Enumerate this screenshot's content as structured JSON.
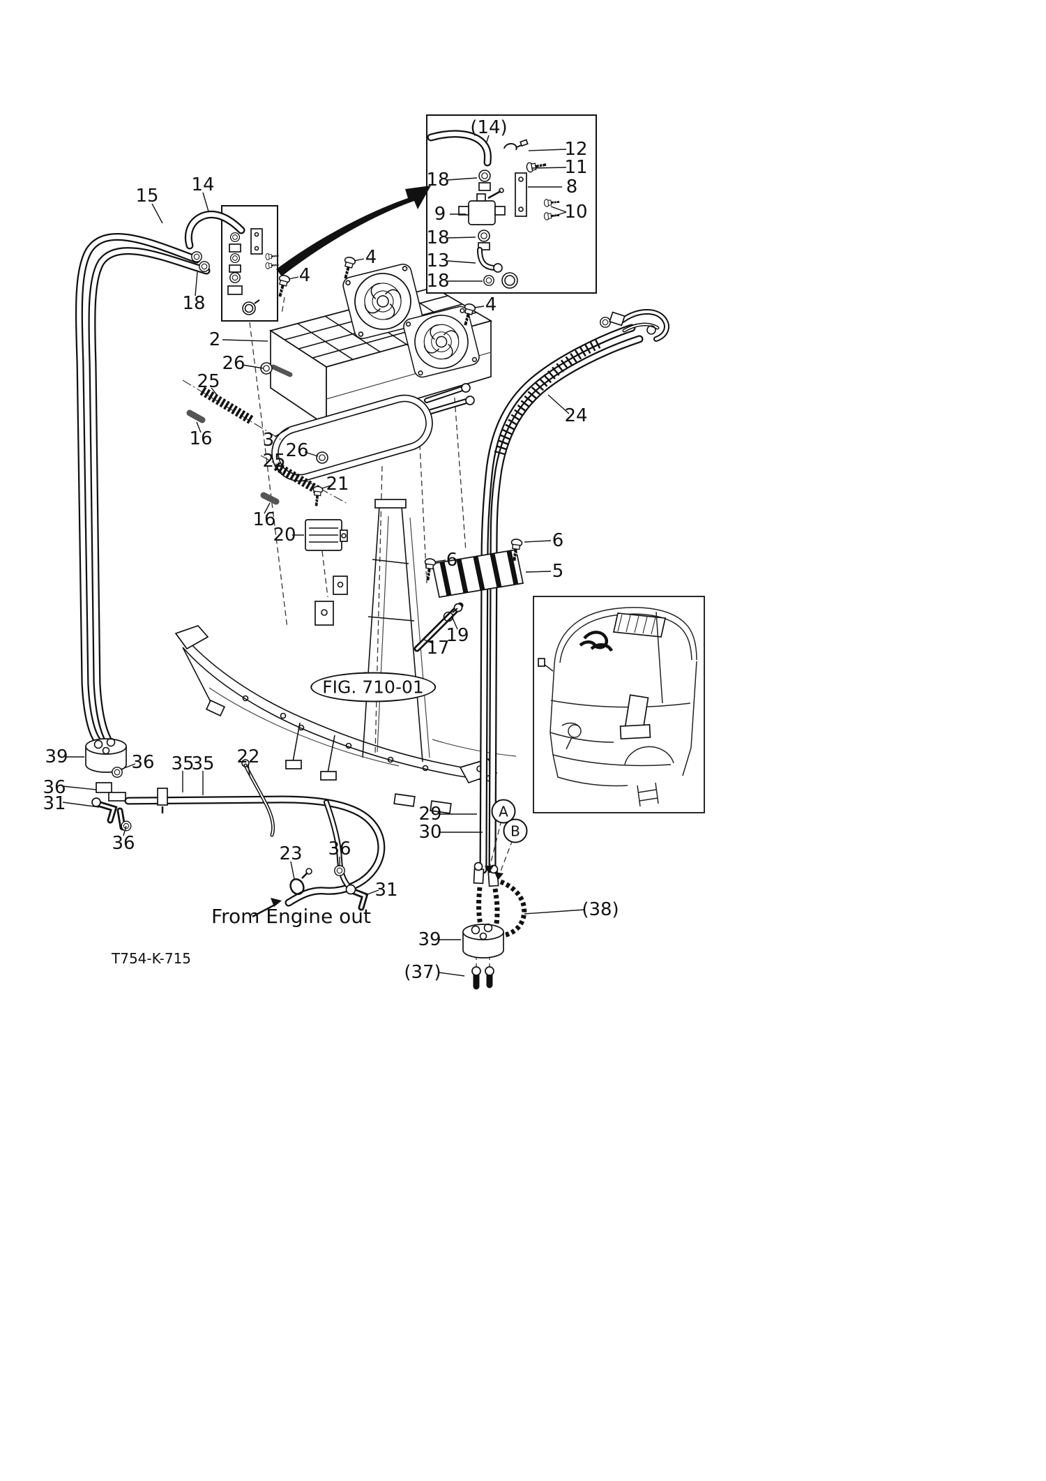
{
  "diagram": {
    "drawing_code": "T754-K-715",
    "figure_ref": "FIG. 710-01",
    "annotations": {
      "from_engine": "From Engine out",
      "view_a": "A",
      "view_b": "B"
    },
    "callouts": [
      "(14)",
      "12",
      "11",
      "8",
      "18",
      "9",
      "10",
      "18",
      "13",
      "18",
      "15",
      "14",
      "18",
      "4",
      "4",
      "4",
      "2",
      "26",
      "25",
      "16",
      "3",
      "26",
      "25",
      "21",
      "16",
      "20",
      "24",
      "6",
      "5",
      "6",
      "19",
      "17",
      "39",
      "36",
      "36",
      "31",
      "35",
      "35",
      "22",
      "36",
      "23",
      "36",
      "31",
      "29",
      "30",
      "(38)",
      "39",
      "(37)"
    ]
  }
}
